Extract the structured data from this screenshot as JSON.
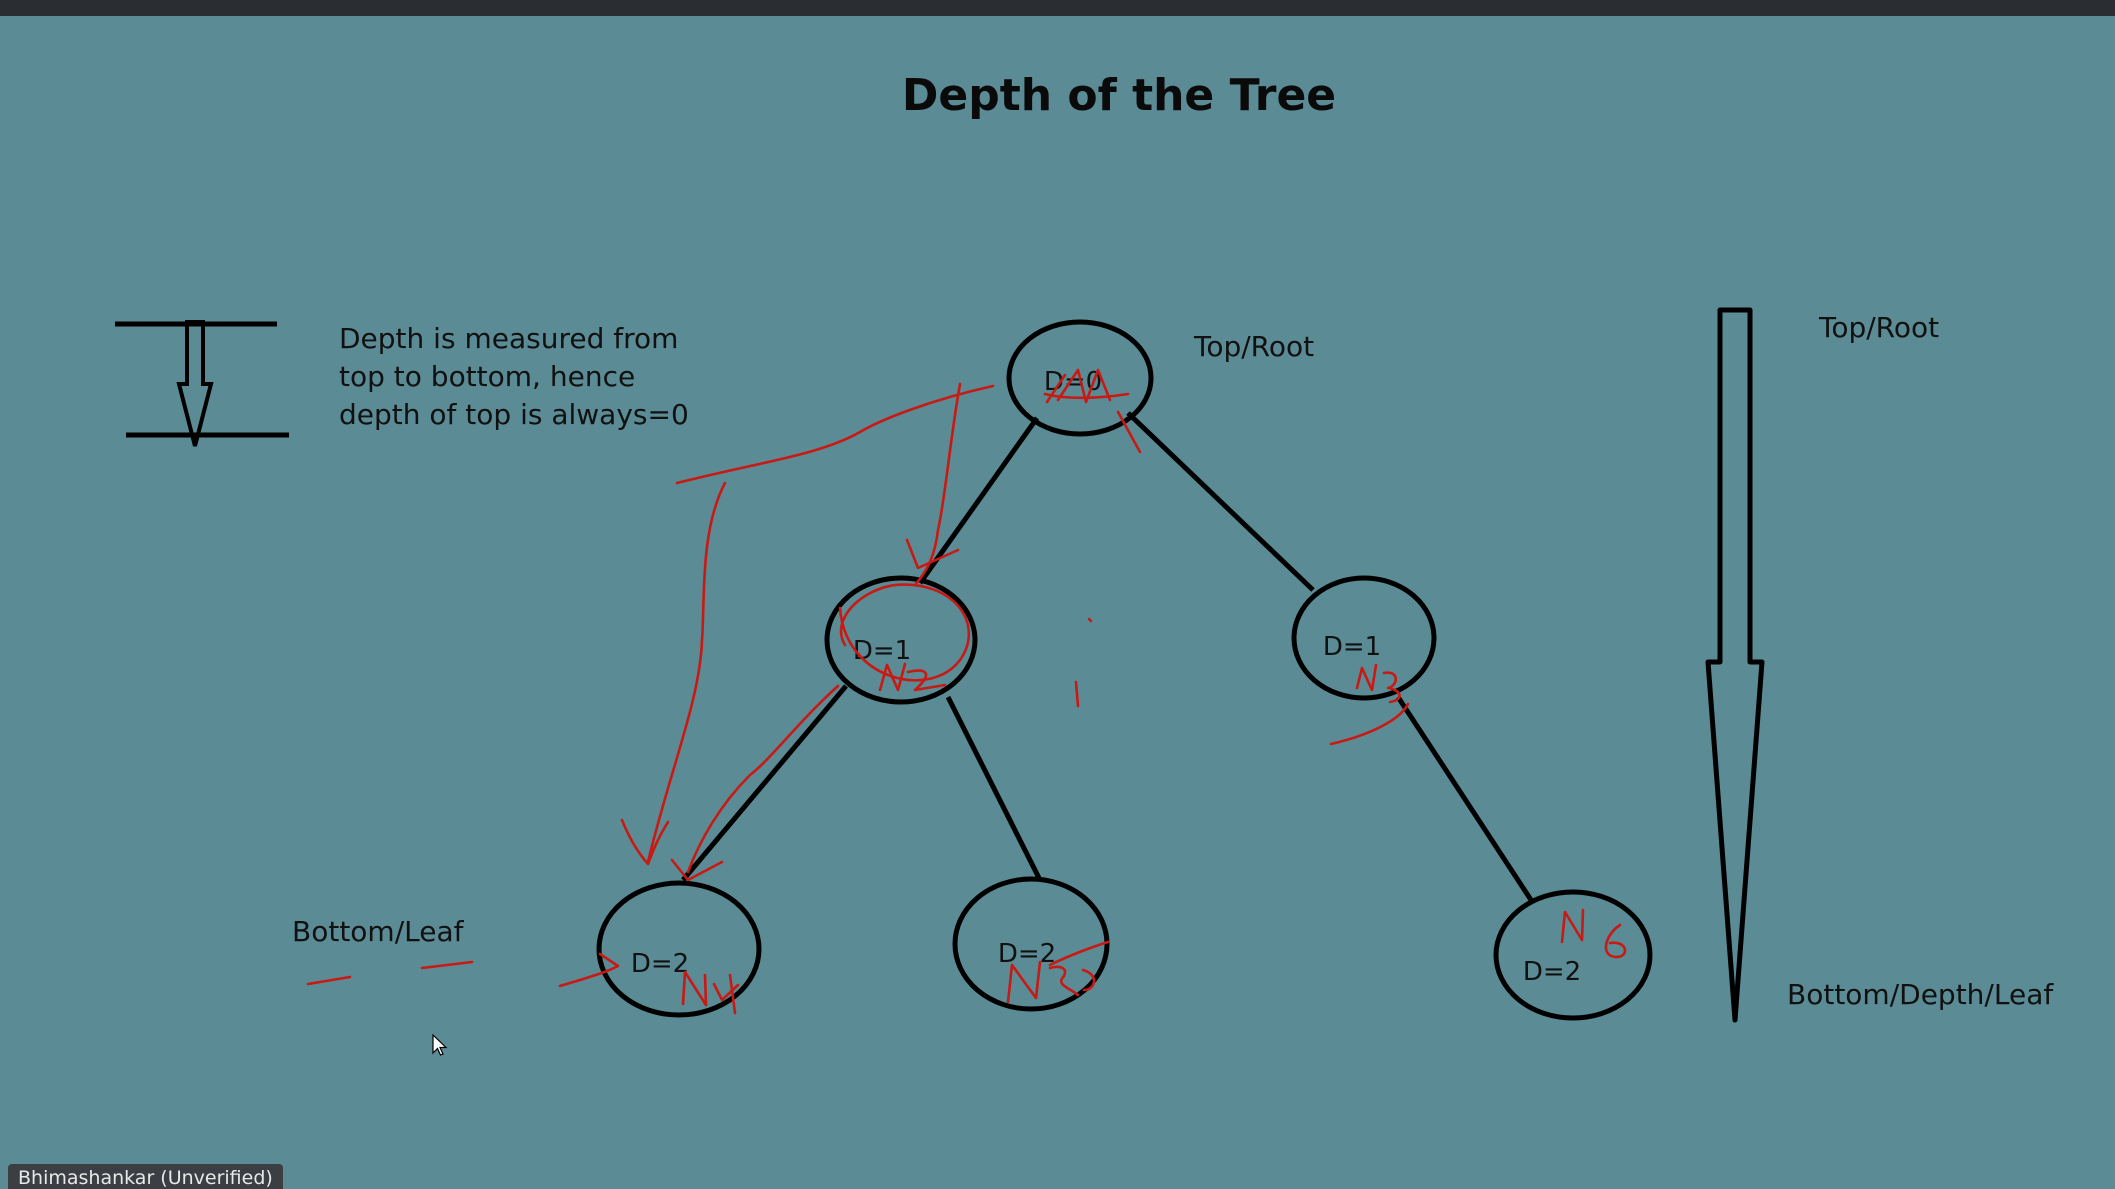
{
  "title": "Depth of the Tree",
  "explanation": {
    "lines": [
      "Depth is measured from",
      "top to bottom, hence",
      "depth of top is always=0"
    ]
  },
  "labels": {
    "top_root_near_node": "Top/Root",
    "top_root_arrow": "Top/Root",
    "bottom_leaf": "Bottom/Leaf",
    "bottom_depth_leaf": "Bottom/Depth/Leaf"
  },
  "tree": {
    "nodes": [
      {
        "id": "root",
        "label": "D=0",
        "annotation": "N1"
      },
      {
        "id": "left-mid",
        "label": "D=1",
        "annotation": "N2"
      },
      {
        "id": "right-mid",
        "label": "D=1",
        "annotation": "N3"
      },
      {
        "id": "leaf-1",
        "label": "D=2",
        "annotation": "N4"
      },
      {
        "id": "leaf-2",
        "label": "D=2",
        "annotation": "N5"
      },
      {
        "id": "leaf-3",
        "label": "D=2",
        "annotation": "N6"
      }
    ],
    "edges": [
      [
        "root",
        "left-mid"
      ],
      [
        "root",
        "right-mid"
      ],
      [
        "left-mid",
        "leaf-1"
      ],
      [
        "left-mid",
        "leaf-2"
      ],
      [
        "right-mid",
        "leaf-3"
      ]
    ]
  },
  "colors": {
    "background": "#5b8b95",
    "annotation_ink": "#c81a14",
    "outline": "#000000"
  },
  "participant": {
    "name": "Bhimashankar (Unverified)"
  }
}
